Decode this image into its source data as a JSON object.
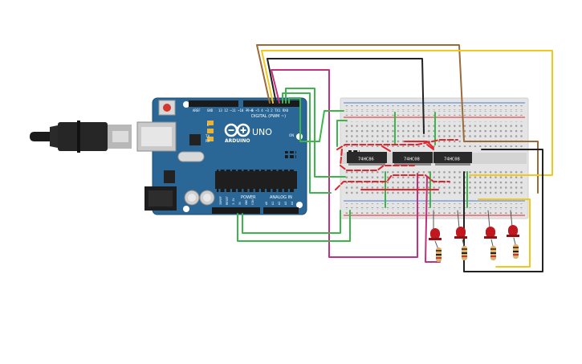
{
  "arduino": {
    "brand_label": "ARDUINO",
    "model_label": "UNO",
    "digital_header_label": "DIGITAL (PWM ~)",
    "power_header_label": "POWER",
    "analog_header_label": "ANALOG IN",
    "led_l_label": "L",
    "led_tx_label": "TX",
    "led_rx_label": "RX",
    "on_label": "ON",
    "board_color": "#2a6796"
  },
  "chips": [
    {
      "label": "74HC86"
    },
    {
      "label": "74HC08"
    },
    {
      "label": "74HC08"
    }
  ],
  "leds": {
    "count": 4,
    "color": "#c0181e"
  },
  "resistors": {
    "count": 4,
    "color": "#d8b070"
  },
  "wire_colors": {
    "red": "#e0262e",
    "green": "#3cb54a",
    "black": "#222222",
    "yellow": "#f2c81e",
    "brown": "#9b6b3a",
    "magenta": "#c2307e"
  }
}
